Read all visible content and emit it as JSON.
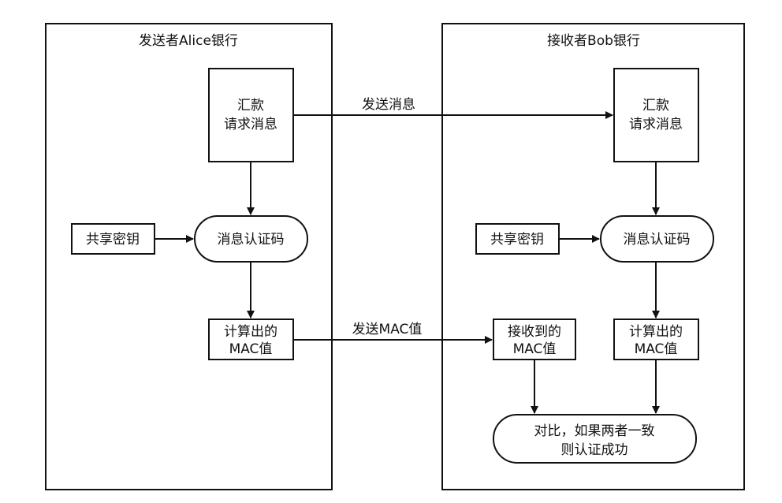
{
  "sender": {
    "title": "发送者Alice银行",
    "message_line1": "汇款",
    "message_line2": "请求消息",
    "shared_key": "共享密钥",
    "mac_function": "消息认证码",
    "computed_mac_line1": "计算出的",
    "computed_mac_line2": "MAC值"
  },
  "receiver": {
    "title": "接收者Bob银行",
    "message_line1": "汇款",
    "message_line2": "请求消息",
    "shared_key": "共享密钥",
    "mac_function": "消息认证码",
    "received_mac_line1": "接收到的",
    "received_mac_line2": "MAC值",
    "computed_mac_line1": "计算出的",
    "computed_mac_line2": "MAC值",
    "compare_line1": "对比，如果两者一致",
    "compare_line2": "则认证成功"
  },
  "channel": {
    "send_message": "发送消息",
    "send_mac": "发送MAC值"
  },
  "colors": {
    "stroke": "#111111",
    "background": "#ffffff"
  }
}
